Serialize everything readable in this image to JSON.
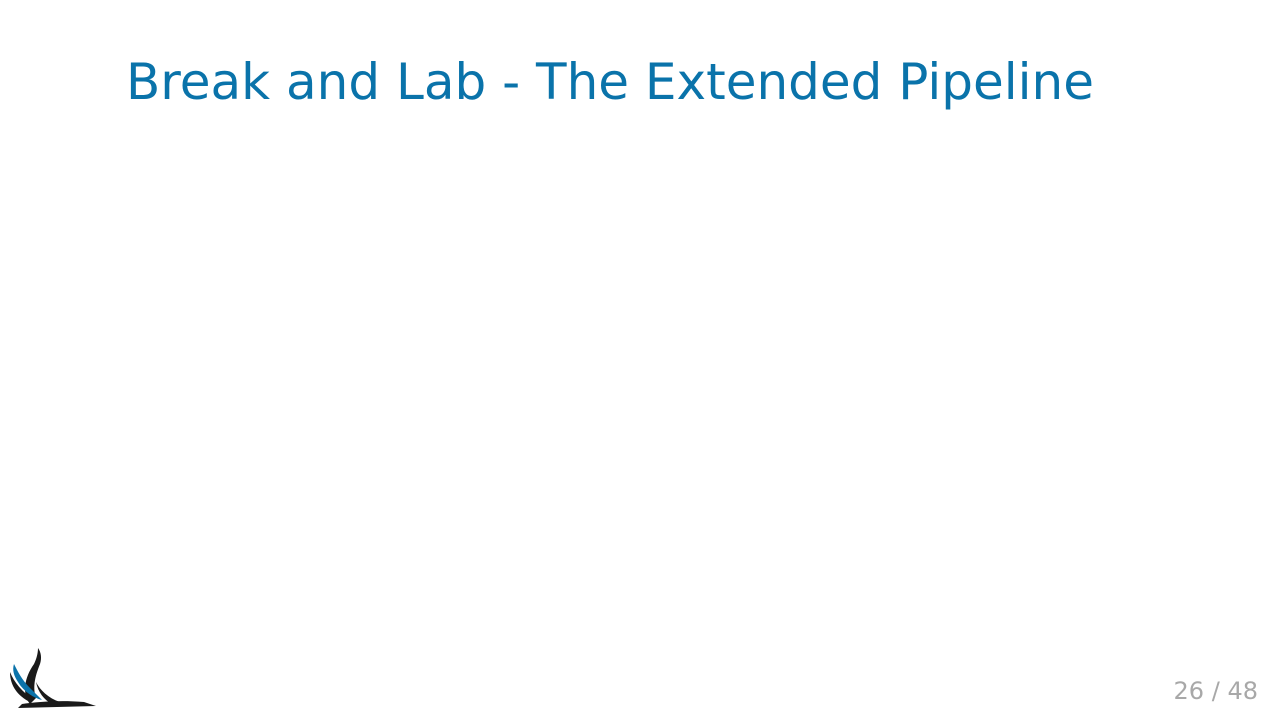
{
  "slide": {
    "title": "Break and Lab - The Extended Pipeline",
    "page_current": "26",
    "page_separator": "/",
    "page_total": "48"
  },
  "logo": {
    "icon": "bird-logo-icon",
    "colors": {
      "dark": "#1a1a1a",
      "blue": "#0a73aa"
    }
  },
  "theme": {
    "title_color": "#0a73aa",
    "page_number_color": "#a8a8a8",
    "background": "#ffffff"
  }
}
